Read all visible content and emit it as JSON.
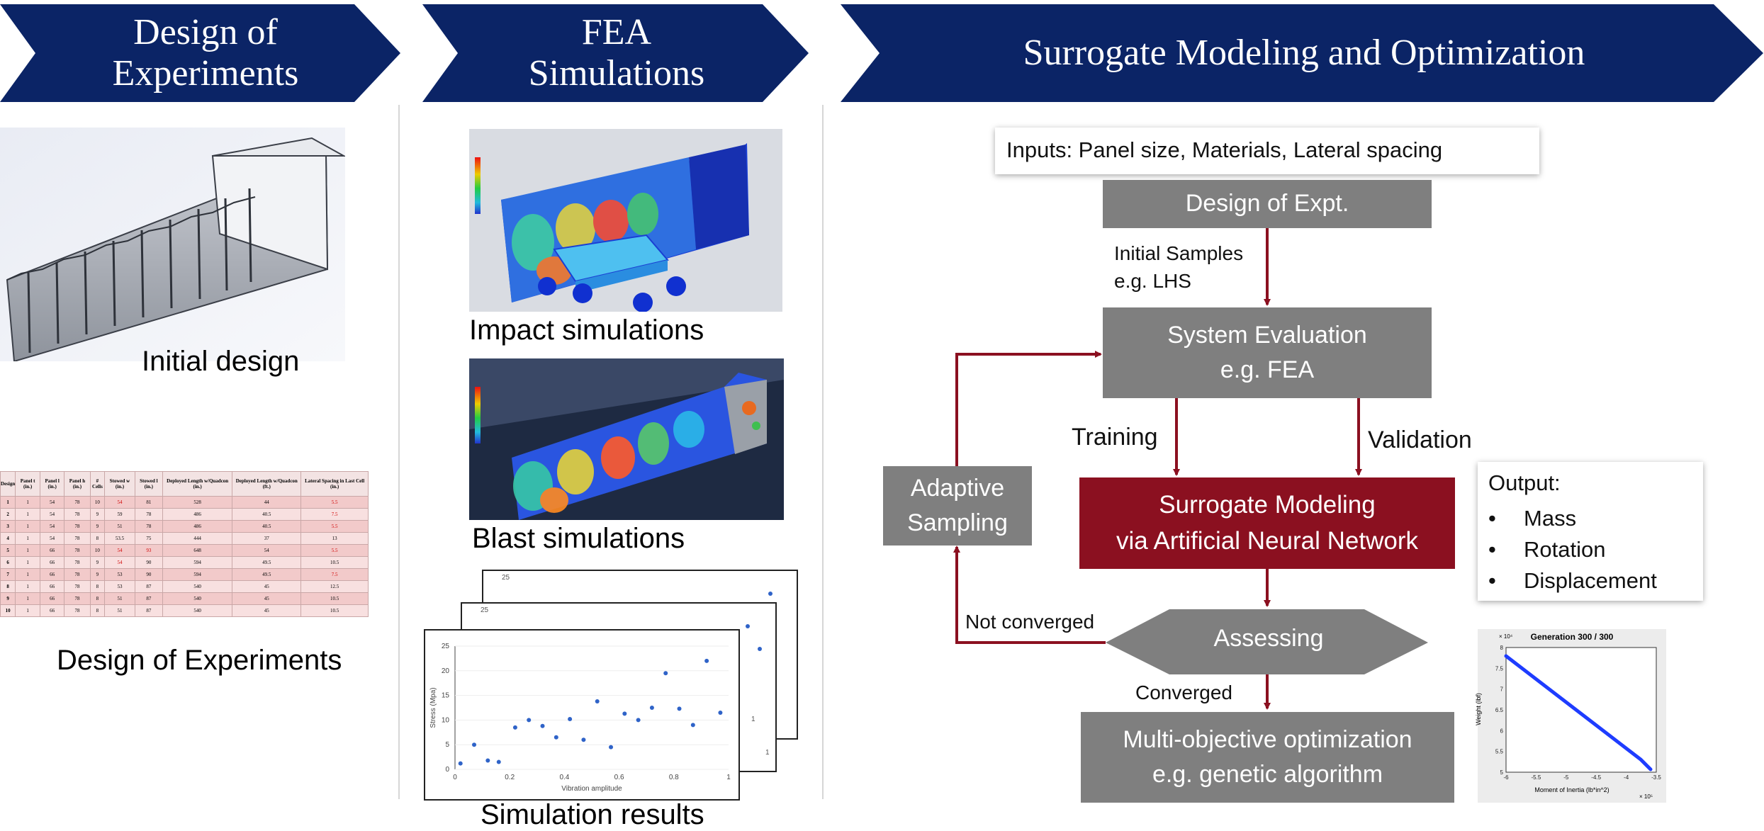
{
  "chevrons": [
    {
      "label": "Design of\nExperiments"
    },
    {
      "label": "FEA\nSimulations"
    },
    {
      "label": "Surrogate Modeling and Optimization"
    }
  ],
  "colors": {
    "navy": "#0b2466",
    "box_gray": "#7f7f7f",
    "box_red": "#8b1020",
    "arrow": "#8b1020",
    "fea_blue": "#1a3fd4"
  },
  "left": {
    "initial_design_caption": "Initial design",
    "doe_caption": "Design of Experiments",
    "doe_table": {
      "headers": [
        "Design",
        "Panel t (in.)",
        "Panel l (in.)",
        "Panel h (in.)",
        "# Cells",
        "Stowed w (in.)",
        "Stowed l (in.)",
        "Deployed Length w/Quadcon (in.)",
        "Deployed Length w/Quadcon (ft.)",
        "Lateral Spacing in Last Cell (in.)"
      ],
      "rows": [
        [
          "1",
          "1",
          "54",
          "78",
          "10",
          "54",
          "81",
          "528",
          "44",
          "5.5"
        ],
        [
          "2",
          "1",
          "54",
          "78",
          "9",
          "59",
          "78",
          "486",
          "40.5",
          "7.5"
        ],
        [
          "3",
          "1",
          "54",
          "78",
          "9",
          "51",
          "78",
          "486",
          "40.5",
          "5.5"
        ],
        [
          "4",
          "1",
          "54",
          "78",
          "8",
          "53.5",
          "75",
          "444",
          "37",
          "13"
        ],
        [
          "5",
          "1",
          "66",
          "78",
          "10",
          "54",
          "93",
          "648",
          "54",
          "5.5"
        ],
        [
          "6",
          "1",
          "66",
          "78",
          "9",
          "54",
          "90",
          "594",
          "49.5",
          "10.5"
        ],
        [
          "7",
          "1",
          "66",
          "78",
          "9",
          "53",
          "90",
          "594",
          "49.5",
          "7.5"
        ],
        [
          "8",
          "1",
          "66",
          "78",
          "8",
          "53",
          "87",
          "540",
          "45",
          "12.5"
        ],
        [
          "9",
          "1",
          "66",
          "78",
          "8",
          "51",
          "87",
          "540",
          "45",
          "10.5"
        ],
        [
          "10",
          "1",
          "66",
          "78",
          "8",
          "51",
          "87",
          "540",
          "45",
          "10.5"
        ]
      ]
    }
  },
  "middle": {
    "impact_caption": "Impact simulations",
    "blast_caption": "Blast simulations",
    "results_caption": "Simulation results",
    "plot": {
      "xlabel": "Vibration amplitude",
      "ylabel": "Stress (Mpa)",
      "x_ticks": [
        "0",
        "0.2",
        "0.4",
        "0.6",
        "0.8",
        "1"
      ],
      "y_ticks": [
        "0",
        "5",
        "10",
        "15",
        "20",
        "25"
      ],
      "back_tick": "25",
      "corner_ticks": [
        "1",
        "1"
      ]
    }
  },
  "right": {
    "inputs": "Inputs: Panel size, Materials, Lateral spacing",
    "doe_box": "Design of Expt.",
    "initial_samples": "Initial Samples\ne.g. LHS",
    "system_eval": "System Evaluation\ne.g. FEA",
    "training": "Training",
    "validation": "Validation",
    "adaptive": "Adaptive\nSampling",
    "surrogate": "Surrogate Modeling\nvia Artificial Neural Network",
    "output_title": "Output:",
    "outputs": [
      "Mass",
      "Rotation",
      "Displacement"
    ],
    "not_converged": "Not converged",
    "assessing": "Assessing",
    "converged": "Converged",
    "moo": "Multi-objective optimization\ne.g. genetic algorithm",
    "pareto": {
      "title": "Generation 300 / 300",
      "xlabel": "Moment of Inertia (lb*in^2)",
      "ylabel": "Weight (lbf)",
      "x_ticks": [
        "-6",
        "-5.5",
        "-5",
        "-4.5",
        "-4",
        "-3.5"
      ],
      "y_ticks": [
        "5",
        "5.5",
        "6",
        "6.5",
        "7",
        "7.5",
        "8"
      ],
      "x_exp": "× 10⁵",
      "y_exp": "× 10⁴"
    }
  }
}
